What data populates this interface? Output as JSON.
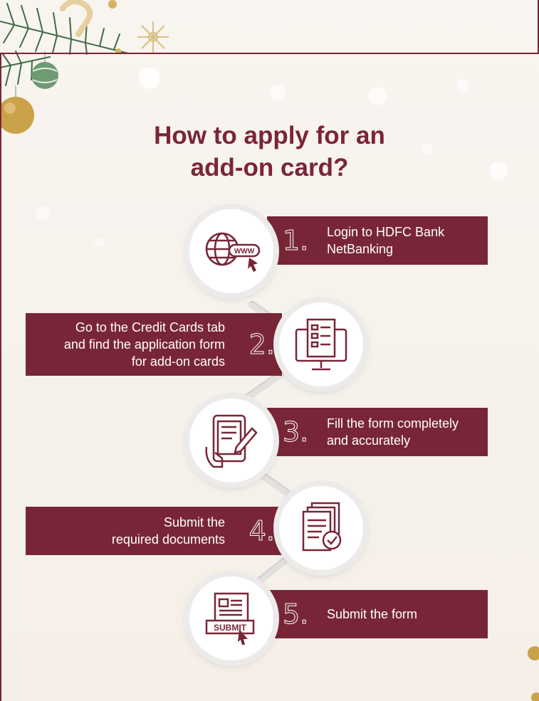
{
  "title": {
    "line1": "How to apply for an",
    "line2": "add-on card?"
  },
  "steps": [
    {
      "number": "1.",
      "line1": "Login to HDFC Bank",
      "line2": "NetBanking",
      "icon": "globe-www-icon"
    },
    {
      "number": "2.",
      "line1": "Go to the Credit Cards tab",
      "line2": "and find the application form",
      "line3": "for add-on cards",
      "icon": "monitor-form-icon"
    },
    {
      "number": "3.",
      "line1": "Fill the form completely",
      "line2": "and accurately",
      "icon": "tablet-pen-icon"
    },
    {
      "number": "4.",
      "line1": "Submit the",
      "line2": "required documents",
      "icon": "documents-check-icon"
    },
    {
      "number": "5.",
      "line1": "Submit the form",
      "icon": "submit-form-icon"
    }
  ],
  "icons": {
    "www_label": "WWW",
    "submit_label": "SUBMIT"
  },
  "colors": {
    "accent": "#782637",
    "background": "#f6f1eb",
    "ornament_gold": "#c9a24a",
    "ornament_green": "#5c8a66"
  }
}
